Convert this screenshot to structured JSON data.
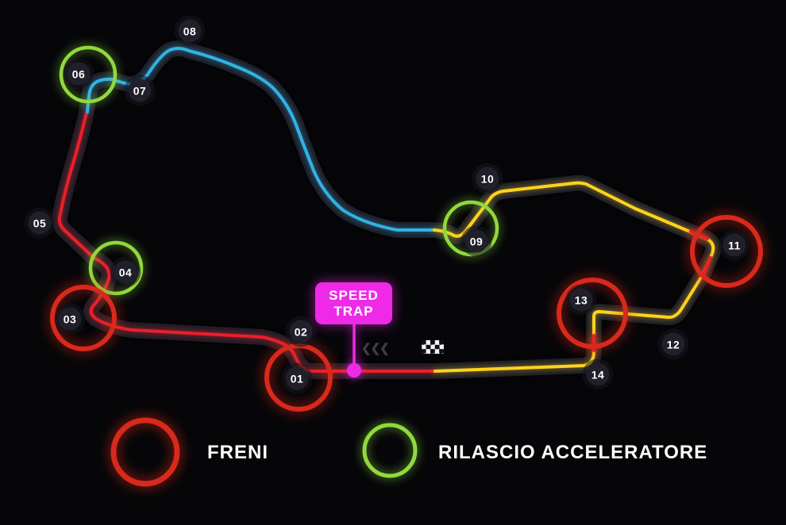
{
  "map": {
    "speed_trap": {
      "line1": "SPEED",
      "line2": "TRAP"
    },
    "turns": [
      {
        "label": "01"
      },
      {
        "label": "02"
      },
      {
        "label": "03"
      },
      {
        "label": "04"
      },
      {
        "label": "05"
      },
      {
        "label": "06"
      },
      {
        "label": "07"
      },
      {
        "label": "08"
      },
      {
        "label": "09"
      },
      {
        "label": "10"
      },
      {
        "label": "11"
      },
      {
        "label": "12"
      },
      {
        "label": "13"
      },
      {
        "label": "14"
      }
    ],
    "zones": {
      "brake_turns": [
        "01",
        "03",
        "11",
        "13"
      ],
      "lift_turns": [
        "04",
        "06",
        "09"
      ]
    },
    "legend": {
      "brake": "FRENI",
      "lift": "RILASCIO ACCELERATORE"
    }
  },
  "colors": {
    "background": "#060609",
    "tarmac": "#1c1c26",
    "sector_red": "#e8202b",
    "sector_cyan": "#31b2e4",
    "sector_yellow": "#ffd21e",
    "brake_circle": "#d8291c",
    "lift_circle": "#91d93c",
    "magenta": "#ee2ae8",
    "marker_bg": "#20202a",
    "chevron": "#3d3d47"
  },
  "icons": {
    "direction_chevrons": "❮❮❮",
    "finish_flag": "checkered-flag"
  }
}
